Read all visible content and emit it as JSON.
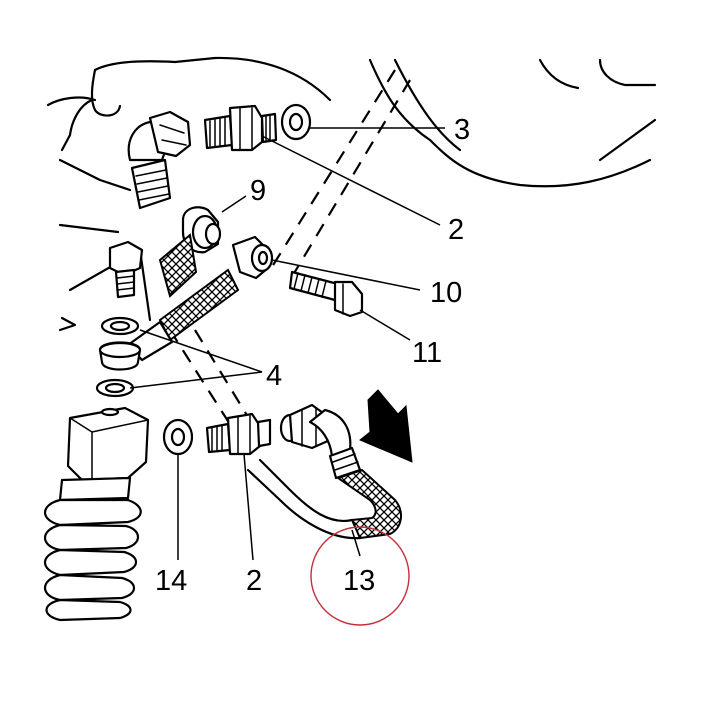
{
  "diagram": {
    "colors": {
      "line": "#000000",
      "background": "#ffffff",
      "highlight_circle": "#c0303a"
    },
    "callouts": {
      "c3": "3",
      "c2_top": "2",
      "c9": "9",
      "c10": "10",
      "c11": "11",
      "c4": "4",
      "c14": "14",
      "c2_bottom": "2",
      "c13": "13"
    },
    "icons": [
      "flow-direction-arrow-icon"
    ]
  }
}
